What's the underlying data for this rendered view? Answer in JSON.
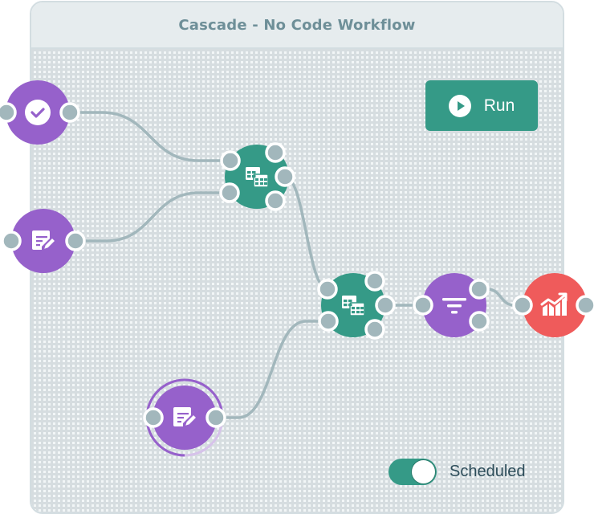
{
  "header": {
    "title": "Cascade - No Code Workflow"
  },
  "run_button": {
    "label": "Run",
    "icon": "play-icon"
  },
  "schedule_toggle": {
    "label": "Scheduled",
    "on": true
  },
  "colors": {
    "purple": "#9661cb",
    "teal": "#359a87",
    "red": "#ef5b5b",
    "port": "#a2b7bc",
    "edge": "#a2b7bc"
  },
  "nodes": [
    {
      "id": "validate",
      "icon": "check-circle-icon",
      "color": "purple"
    },
    {
      "id": "edit-table-1",
      "icon": "table-edit-icon",
      "color": "purple"
    },
    {
      "id": "merge-1",
      "icon": "tables-merge-icon",
      "color": "teal"
    },
    {
      "id": "merge-2",
      "icon": "tables-merge-icon",
      "color": "teal"
    },
    {
      "id": "filter",
      "icon": "filter-icon",
      "color": "purple"
    },
    {
      "id": "chart",
      "icon": "chart-growth-icon",
      "color": "red"
    },
    {
      "id": "edit-table-2",
      "icon": "table-edit-icon",
      "color": "purple",
      "progress": 0.75
    }
  ],
  "edges": [
    {
      "from": "validate",
      "to": "merge-1"
    },
    {
      "from": "edit-table-1",
      "to": "merge-1"
    },
    {
      "from": "merge-1",
      "to": "merge-2"
    },
    {
      "from": "edit-table-2",
      "to": "merge-2"
    },
    {
      "from": "merge-2",
      "to": "filter"
    },
    {
      "from": "filter",
      "to": "chart"
    }
  ]
}
